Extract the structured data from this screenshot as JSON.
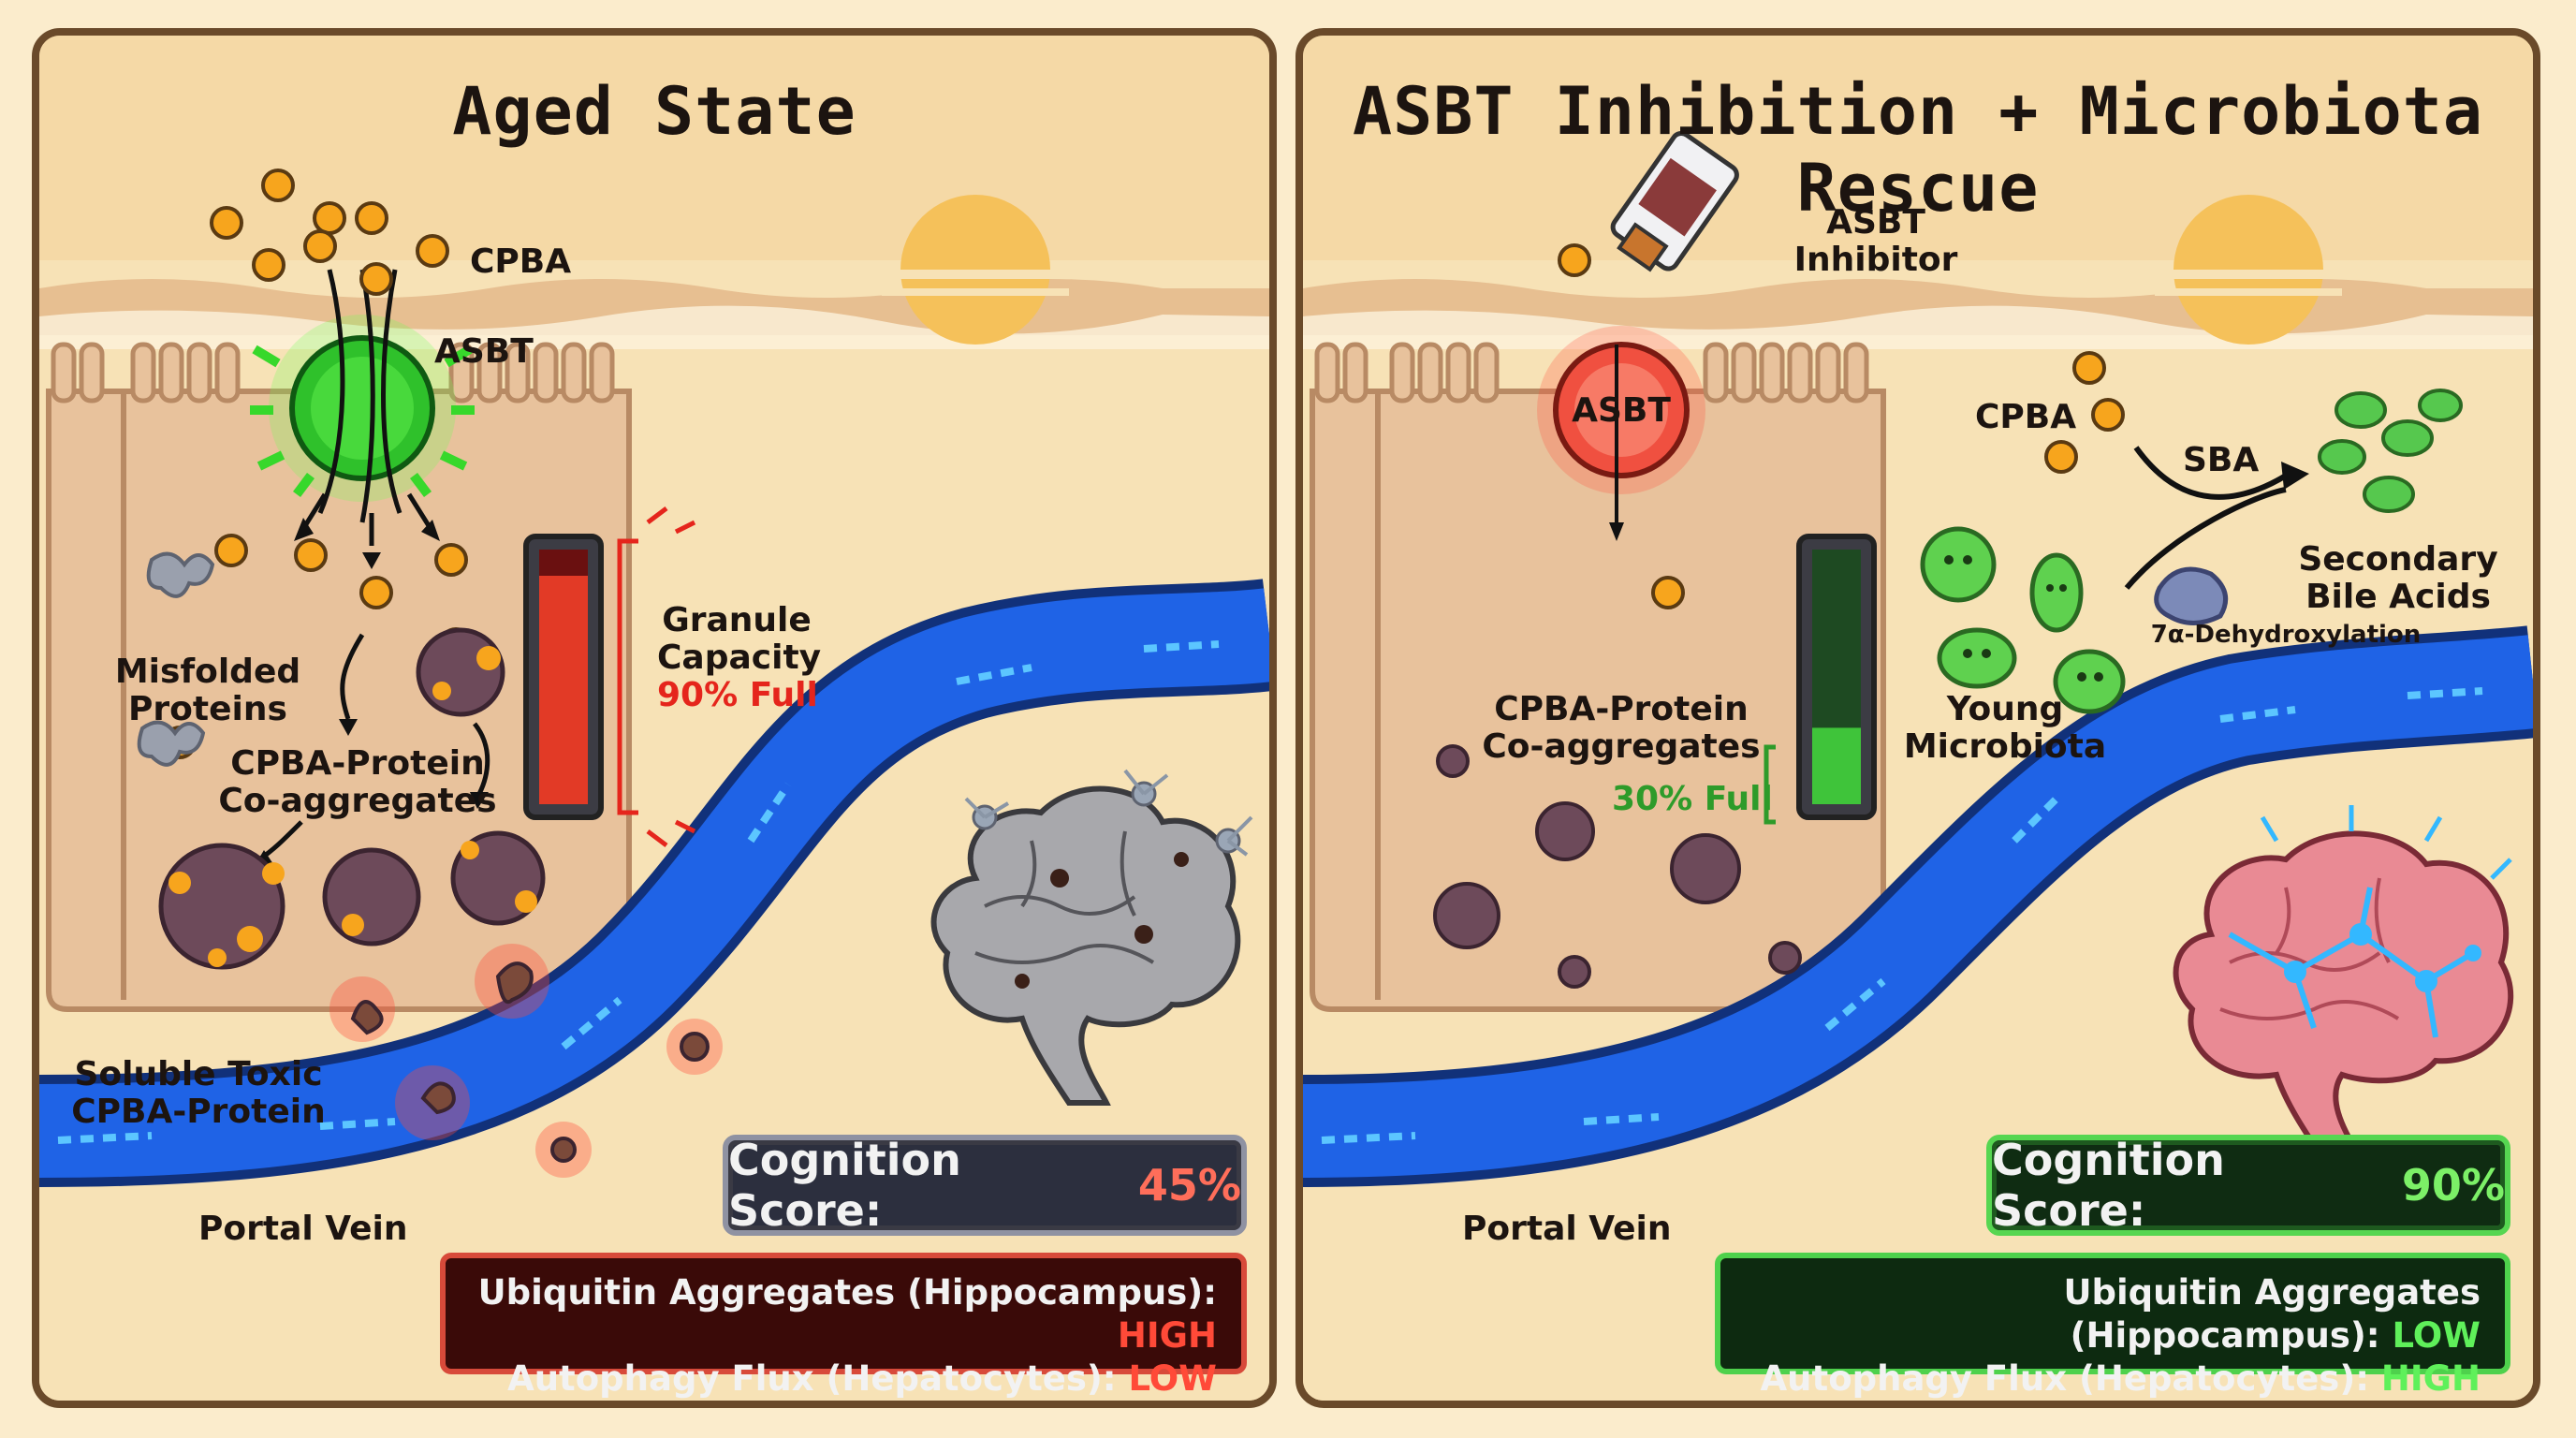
{
  "colors": {
    "accent_bad": "#e5251c",
    "accent_good": "#2e9b2a",
    "vein_blue": "#1f63e6",
    "panel_bg": "#f5d9a6",
    "frame_border": "#6a4a2a"
  },
  "left_panel": {
    "title": "Aged State",
    "labels": {
      "cpba": "CPBA",
      "asbt": "ASBT",
      "misfolded_line1": "Misfolded",
      "misfolded_line2": "Proteins",
      "coagg_line1": "CPBA-Protein",
      "coagg_line2": "Co-aggregates",
      "granule_line1": "Granule",
      "granule_line2": "Capacity",
      "granule_fill_text": "90% Full",
      "soluble_line1": "Soluble Toxic",
      "soluble_line2": "CPBA-Protein",
      "portal_vein": "Portal Vein"
    },
    "granule_fill": 0.9,
    "cognition": {
      "label": "Cognition Score:",
      "value": "45%",
      "fraction": 0.45
    },
    "status": {
      "line1_label": "Ubiquitin Aggregates (Hippocampus):",
      "line1_value": "HIGH",
      "line2_label": "Autophagy Flux (Hepatocytes):",
      "line2_value": "LOW"
    },
    "icons": [
      "sun-icon",
      "asbt-transporter-icon",
      "granule-gauge-icon",
      "brain-aged-icon",
      "neuron-icon"
    ]
  },
  "right_panel": {
    "title": "ASBT Inhibition + Microbiota Rescue",
    "labels": {
      "asbt": "ASBT",
      "inhibitor_line1": "ASBT",
      "inhibitor_line2": "Inhibitor",
      "cpba": "CPBA",
      "sba": "SBA",
      "secondary_line1": "Secondary",
      "secondary_line2": "Bile Acids",
      "dehydroxylation": "7α-Dehydroxylation",
      "young_line1": "Young",
      "young_line2": "Microbiota",
      "coagg_line1": "CPBA-Protein",
      "coagg_line2": "Co-aggregates",
      "granule_fill_text": "30% Full",
      "portal_vein": "Portal Vein"
    },
    "granule_fill": 0.3,
    "cognition": {
      "label": "Cognition Score:",
      "value": "90%",
      "fraction": 0.9
    },
    "status": {
      "line1_label": "Ubiquitin Aggregates (Hippocampus):",
      "line1_value": "LOW",
      "line2_label": "Autophagy Flux (Hepatocytes):",
      "line2_value": "HIGH"
    },
    "icons": [
      "sun-icon",
      "pill-bottle-icon",
      "asbt-blocked-icon",
      "microbe-icon",
      "enzyme-icon",
      "brain-healthy-icon"
    ]
  }
}
